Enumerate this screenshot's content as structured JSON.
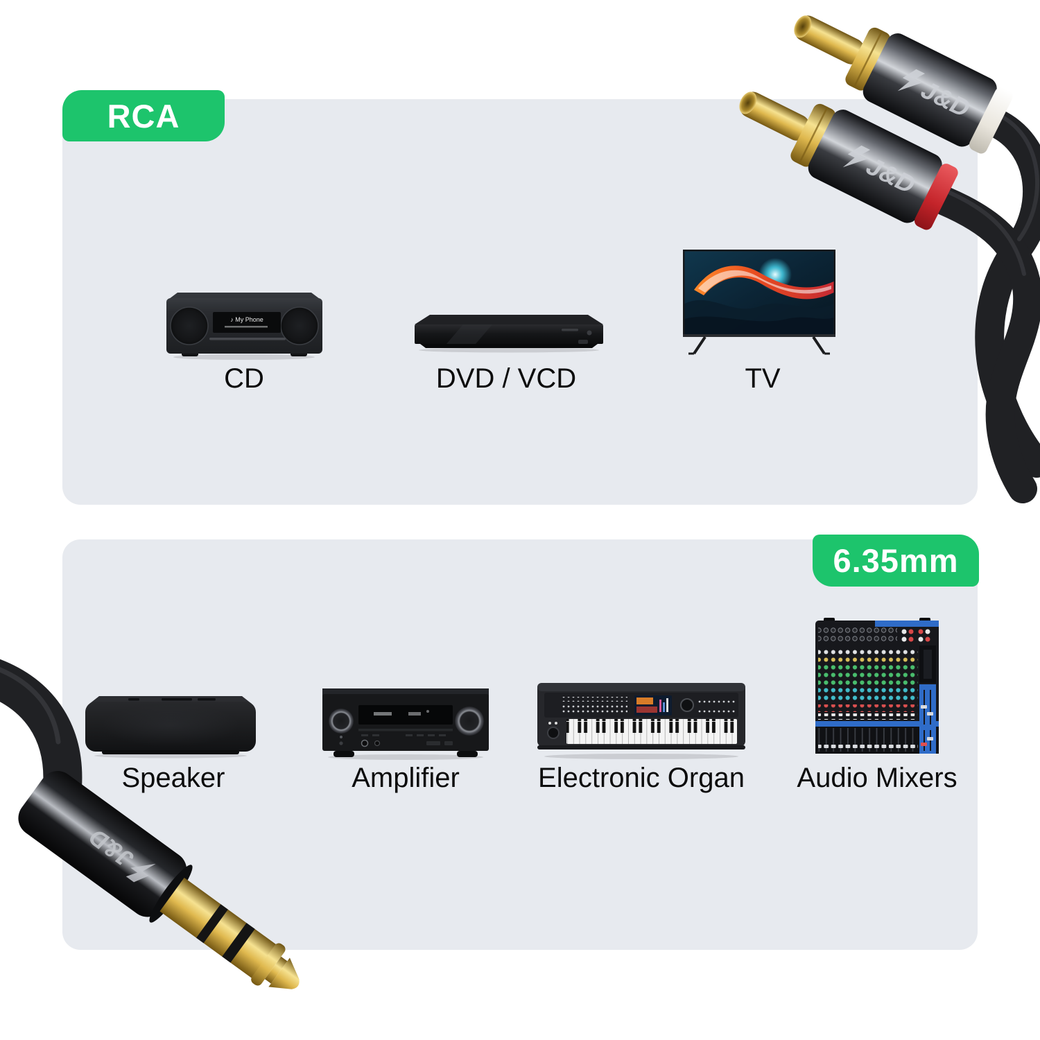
{
  "brand": "J&D",
  "colors": {
    "accent_green": "#1dc46c",
    "panel_gray": "#e7eaef",
    "label_text": "#0c0c0c",
    "cable_black": "#202124",
    "gold": "#e3c159",
    "rca_ring_white": "#efece6",
    "rca_ring_red": "#c4242a"
  },
  "sections": [
    {
      "badge_label": "RCA",
      "devices": [
        {
          "label": "CD"
        },
        {
          "label": "DVD / VCD"
        },
        {
          "label": "TV"
        }
      ]
    },
    {
      "badge_label": "6.35mm",
      "devices": [
        {
          "label": "Speaker"
        },
        {
          "label": "Amplifier"
        },
        {
          "label": "Electronic Organ"
        },
        {
          "label": "Audio Mixers"
        }
      ]
    }
  ],
  "cd_player": {
    "display_text": "♪ My Phone"
  }
}
